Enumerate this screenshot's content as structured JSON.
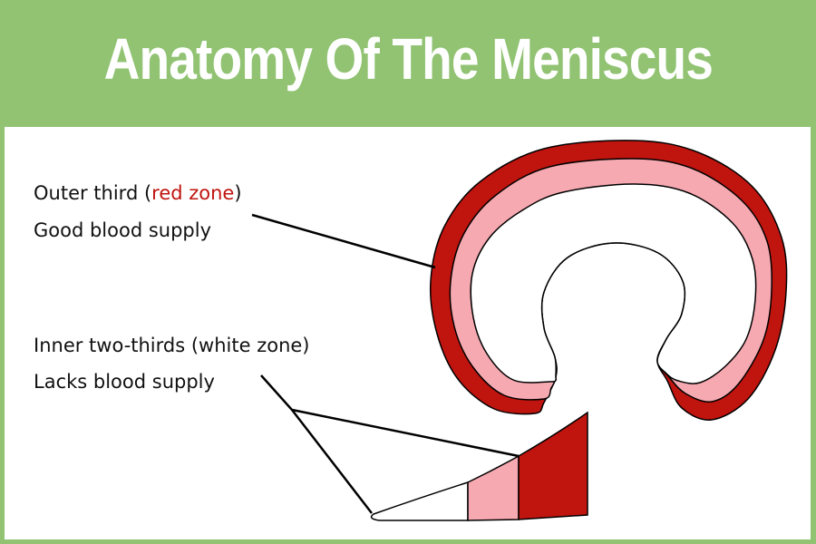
{
  "title": "Anatomy Of The Meniscus",
  "outer": {
    "line1_prefix": "Outer third (",
    "line1_highlight": "red zone",
    "line1_suffix": ")",
    "line2": "Good blood supply"
  },
  "inner": {
    "line1": "Inner two-thirds (white zone)",
    "line2": "Lacks blood supply"
  },
  "colors": {
    "header": "#91c373",
    "red_zone": "#c0140f",
    "pink_zone": "#f6a9b1",
    "white_zone": "#ffffff"
  }
}
